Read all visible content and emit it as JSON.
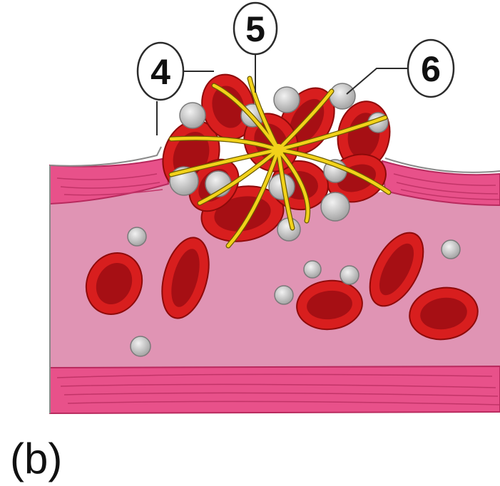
{
  "diagram": {
    "callouts": [
      {
        "id": "4",
        "label": "4"
      },
      {
        "id": "5",
        "label": "5"
      },
      {
        "id": "6",
        "label": "6"
      }
    ],
    "panel_label": "(b)"
  },
  "colors": {
    "vessel_wall": "#e8518a",
    "vessel_wall_dark": "#c23468",
    "lumen": "#e094b4",
    "rbc_outer": "#d81e1e",
    "rbc_inner": "#a60f14",
    "platelet": "#c9c9c9",
    "fibrin": "#f2d21a",
    "label_stroke": "#2b2b2b"
  }
}
